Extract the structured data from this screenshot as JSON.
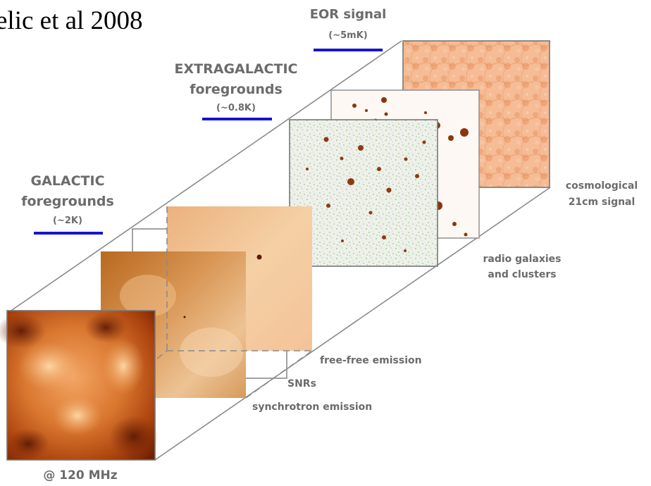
{
  "title": "elic et al 2008",
  "frequency_label": "@ 120 MHz",
  "categories": {
    "eor": {
      "name": "EOR signal",
      "amplitude": "(~5mK)",
      "underline_color": "#1414d2"
    },
    "extragalactic": {
      "name_line1": "EXTRAGALACTIC",
      "name_line2": "foregrounds",
      "amplitude": "(~0.8K)",
      "underline_color": "#1414d2"
    },
    "galactic": {
      "name_line1": "GALACTIC",
      "name_line2": "foregrounds",
      "amplitude": "(~2K)",
      "underline_color": "#1414d2"
    }
  },
  "layers": {
    "cosmological_line1": "cosmological",
    "cosmological_line2": "21cm signal",
    "radio_line1": "radio galaxies",
    "radio_line2": "and clusters",
    "free_free": "free-free emission",
    "snrs": "SNRs",
    "synchrotron": "synchrotron emission"
  },
  "colors": {
    "wire": "#8a8a8a",
    "label_gray": "#6b6b6b",
    "synchrotron_map": "#a8400c",
    "freefree_map": "#d79a5f",
    "cosmo_map": "#f0a878"
  }
}
